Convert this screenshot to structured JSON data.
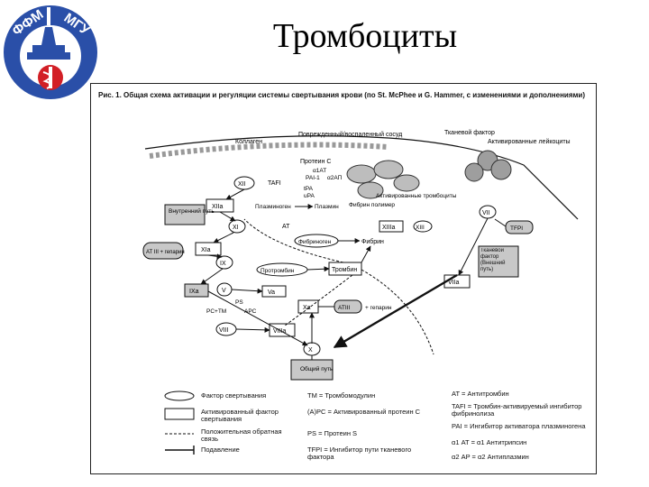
{
  "logo": {
    "top_text": "ФФМ МГУ",
    "letters_left": "ФФМ",
    "letters_right": "МГУ"
  },
  "slide": {
    "title": "Тромбоциты"
  },
  "figure": {
    "caption": "Рис. 1. Общая схема активации и регуляции системы свертывания крови (по St. McPhee и G. Hammer, с изменениями и дополнениями)",
    "labels": {
      "vessel": "Поврежденный/воспаленный сосуд",
      "collagen": "Коллаген",
      "tissue_factor": "Тканевой фактор",
      "activated_leukocytes": "Активированные лейкоциты",
      "protein_c": "Протеин С",
      "tpa": "tPA",
      "upa": "uPA",
      "a1at": "α1АТ",
      "pai1": "PAI-1",
      "a2ap": "α2АП",
      "tafi": "TAFI",
      "xii": "XII",
      "xiia": "XIIa",
      "xi": "XI",
      "xia": "XIa",
      "ix": "IX",
      "ixa": "IXa",
      "v": "V",
      "va": "Va",
      "viii": "VIII",
      "viiia": "VIIIa",
      "vii": "VII",
      "viia": "VIIa",
      "x": "X",
      "xa": "Xa",
      "xiii": "XIII",
      "xiiia": "XIIIa",
      "at_heparin": "АТ III + гепарин",
      "at": "AT",
      "plasminogen": "Плазминоген",
      "plasmin": "Плазмин",
      "fibrin_polymer": "Фибрин полимер",
      "activated_platelets": "Активированные тромбоциты",
      "fibrinogen": "Фибриноген",
      "fibrin": "Фибрин",
      "prothrombin": "Протромбин",
      "thrombin": "Тромбин",
      "heparin": "+ гепарин",
      "atiii": "ATIII",
      "apc": "APC",
      "ps": "PS",
      "pc_tm": "PC+TM",
      "tfpi": "TFPI",
      "intrinsic_path": "Внутренний путь",
      "extrinsic_path": "Тканевой фактор (Внешний путь)",
      "common_path": "Общий путь"
    },
    "legend": {
      "factor": "Фактор свертывания",
      "activated_factor": "Активированный фактор свертывания",
      "feedback": "Положительная обратная связь",
      "inhibition": "Подавление",
      "tm": "ТМ = Тромбомодулин",
      "apc": "(А)PC = Активированный протеин С",
      "ps": "PS = Протеин S",
      "tfpi": "TFPI = Ингибитор пути тканевого фактора",
      "at": "AT = Антитромбин",
      "tafi": "TAFI = Тромбин-активируемый ингибитор фибринолиза",
      "pai": "PAI = Ингибитор активатора плазминогена",
      "a1at": "α1 AT = α1 Антитрипсин",
      "a2ap": "α2 AP = α2 Антиплазмин"
    }
  },
  "colors": {
    "logo_blue": "#2a4fa8",
    "logo_red": "#d21f26",
    "shade": "#c8c8c8"
  }
}
